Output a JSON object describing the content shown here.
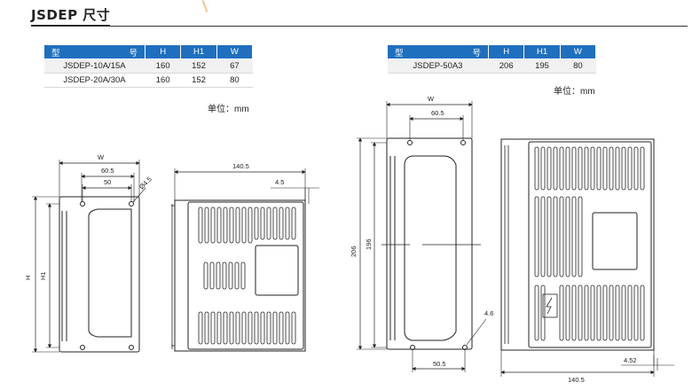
{
  "title": "JSDEP 尺寸",
  "table_left": {
    "headers": [
      "型",
      "号",
      "H",
      "H1",
      "W"
    ],
    "rows": [
      [
        "JSDEP-10A/15A",
        "160",
        "152",
        "67"
      ],
      [
        "JSDEP-20A/30A",
        "160",
        "152",
        "80"
      ]
    ],
    "unit": "单位：mm"
  },
  "table_right": {
    "headers": [
      "型",
      "号",
      "H",
      "H1",
      "W"
    ],
    "rows": [
      [
        "JSDEP-50A3",
        "206",
        "195",
        "80"
      ]
    ],
    "unit": "单位：mm"
  },
  "dims_left_front": {
    "w": "W",
    "d1": "60.5",
    "d2": "50",
    "hole": "Ø4.5",
    "h": "H",
    "h1": "H1"
  },
  "dims_left_side": {
    "depth": "140.5",
    "offset": "4.5"
  },
  "dims_right_front": {
    "w": "W",
    "top": "60.5",
    "h": "206",
    "h1": "196",
    "hole": "4.6",
    "bottom": "50.5"
  },
  "dims_right_side": {
    "depth": "140.5",
    "offset": "4.52"
  },
  "colors": {
    "header_blue": "#1f6fbf",
    "row_grey": "#f1f1f1",
    "line": "#222222"
  }
}
